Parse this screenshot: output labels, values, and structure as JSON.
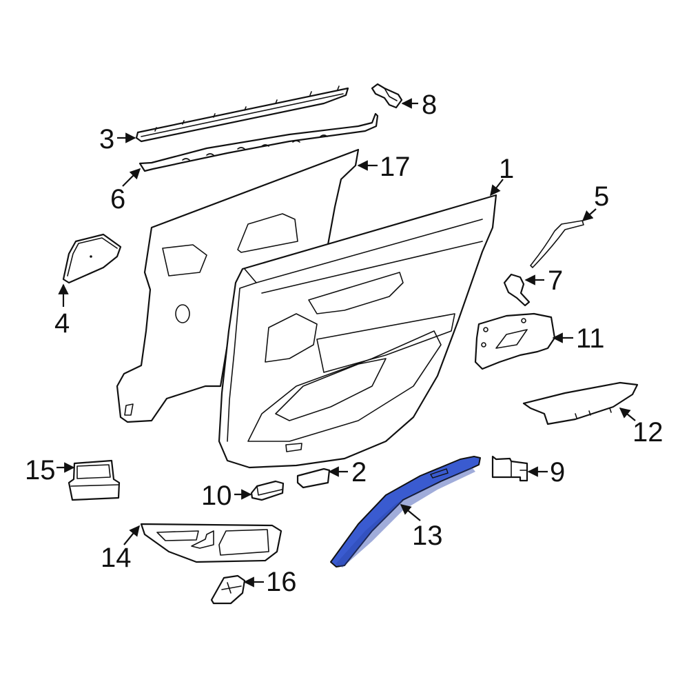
{
  "diagram": {
    "subject": "Rear door interior trim panel exploded parts view",
    "highlight_color": "#3A5BD0",
    "line_color": "#111111",
    "background": "#FFFFFF",
    "highlighted_part": "13"
  },
  "callouts": [
    {
      "id": "1",
      "label": "1"
    },
    {
      "id": "2",
      "label": "2"
    },
    {
      "id": "3",
      "label": "3"
    },
    {
      "id": "4",
      "label": "4"
    },
    {
      "id": "5",
      "label": "5"
    },
    {
      "id": "6",
      "label": "6"
    },
    {
      "id": "7",
      "label": "7"
    },
    {
      "id": "8",
      "label": "8"
    },
    {
      "id": "9",
      "label": "9"
    },
    {
      "id": "10",
      "label": "10"
    },
    {
      "id": "11",
      "label": "11"
    },
    {
      "id": "12",
      "label": "12"
    },
    {
      "id": "13",
      "label": "13"
    },
    {
      "id": "14",
      "label": "14"
    },
    {
      "id": "15",
      "label": "15"
    },
    {
      "id": "16",
      "label": "16"
    },
    {
      "id": "17",
      "label": "17"
    }
  ]
}
